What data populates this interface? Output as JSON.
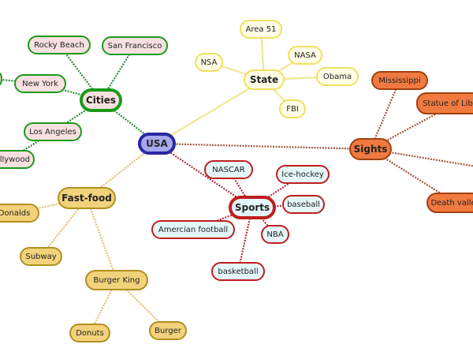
{
  "root": {
    "id": "usa",
    "label": "USA"
  },
  "branches": [
    {
      "id": "cities",
      "label": "Cities",
      "colors": {
        "fill": "#f8e0e0",
        "stroke": "#1a9a1a",
        "line": "#2a8a3a"
      },
      "children": [
        {
          "id": "rocky",
          "label": "Rocky Beach"
        },
        {
          "id": "sf",
          "label": "San Francisco"
        },
        {
          "id": "ny",
          "label": "New York"
        },
        {
          "id": "la",
          "label": "Los Angeles"
        }
      ]
    },
    {
      "id": "state",
      "label": "State",
      "colors": {
        "fill": "#fffde6",
        "stroke": "#f0e060",
        "line": "#f0e890"
      },
      "children": [
        {
          "id": "area51",
          "label": "Area 51"
        },
        {
          "id": "nasa",
          "label": "NASA"
        },
        {
          "id": "obama",
          "label": "Obama"
        },
        {
          "id": "nsa",
          "label": "NSA"
        },
        {
          "id": "fbi",
          "label": "FBI"
        }
      ]
    },
    {
      "id": "sights",
      "label": "Sights",
      "colors": {
        "fill": "#f07a40",
        "stroke": "#a04010",
        "line": "#a0583a"
      },
      "children": [
        {
          "id": "miss",
          "label": "Mississippi"
        },
        {
          "id": "liberty",
          "label": "Statue of Liberty"
        },
        {
          "id": "death",
          "label": "Death valley"
        }
      ]
    },
    {
      "id": "sports",
      "label": "Sports",
      "colors": {
        "fill": "#e4f6fa",
        "stroke": "#c01e1e",
        "line": "#b03040"
      },
      "children": [
        {
          "id": "nascar",
          "label": "NASCAR"
        },
        {
          "id": "hockey",
          "label": "Ice-hockey"
        },
        {
          "id": "baseball",
          "label": "baseball"
        },
        {
          "id": "nba",
          "label": "NBA"
        },
        {
          "id": "football",
          "label": "Amercian football"
        },
        {
          "id": "basketball",
          "label": "basketball"
        }
      ]
    },
    {
      "id": "fastfood",
      "label": "Fast-food",
      "colors": {
        "fill": "#f2d27a",
        "stroke": "#b09020",
        "line": "#e0c070"
      },
      "children": [
        {
          "id": "donalds",
          "label": "Donalds"
        },
        {
          "id": "subway",
          "label": "Subway"
        },
        {
          "id": "bk",
          "label": "Burger King"
        }
      ]
    }
  ],
  "subchildren": [
    {
      "parent": "ny",
      "id": "ny_sub",
      "label": ""
    },
    {
      "parent": "la",
      "id": "hollywood",
      "label": "Hollywood"
    },
    {
      "parent": "bk",
      "id": "donuts",
      "label": "Donuts"
    },
    {
      "parent": "bk",
      "id": "burger",
      "label": "Burger"
    }
  ],
  "root_colors": {
    "fill": "#a8a8f0",
    "stroke": "#2828a0"
  }
}
